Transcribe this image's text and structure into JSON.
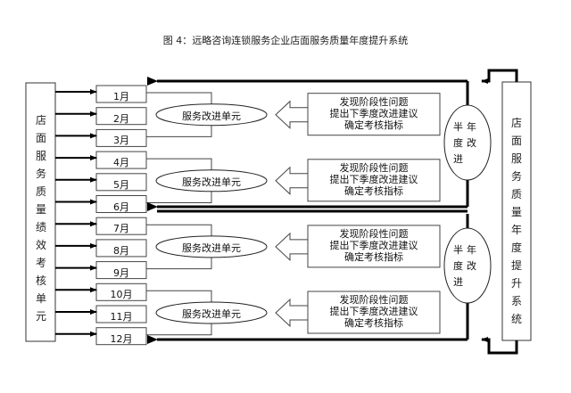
{
  "title": "图 4：远略咨询连锁服务企业店面服务质量年度提升系统",
  "left_unit": {
    "label": "店面服务质量绩效考核单元"
  },
  "right_system": {
    "label": "店面服务质量年度提升系统"
  },
  "months": [
    "1月",
    "2月",
    "3月",
    "4月",
    "5月",
    "6月",
    "7月",
    "8月",
    "9月",
    "10月",
    "11月",
    "12月"
  ],
  "quarters": [
    {
      "improvement_unit": "服务改进单元",
      "feedback_lines": [
        "发现阶段性问题",
        "提出下季度改进建议",
        "确定考核指标"
      ]
    },
    {
      "improvement_unit": "服务改进单元",
      "feedback_lines": [
        "发现阶段性问题",
        "提出下季度改进建议",
        "确定考核指标"
      ]
    },
    {
      "improvement_unit": "服务改进单元",
      "feedback_lines": [
        "发现阶段性问题",
        "提出下季度改进建议",
        "确定考核指标"
      ]
    },
    {
      "improvement_unit": "服务改进单元",
      "feedback_lines": [
        "发现阶段性问题",
        "提出下季度改进建议",
        "确定考核指标"
      ]
    }
  ],
  "half_year": [
    {
      "label": "半年度改进"
    },
    {
      "label": "半年度改进"
    }
  ]
}
